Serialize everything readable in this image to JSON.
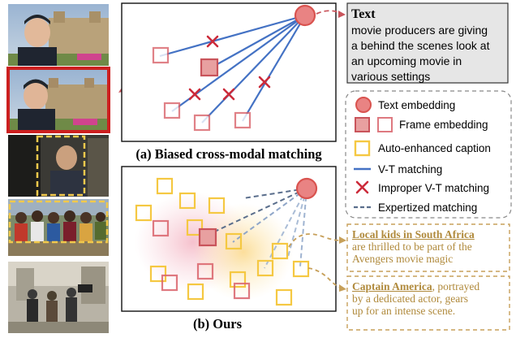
{
  "panel_a": {
    "title": "(a) Biased cross-modal matching"
  },
  "panel_b": {
    "title": "(b) Ours"
  },
  "text_box": {
    "heading": "Text",
    "body_lines": [
      "movie producers are giving",
      "a behind the scenes look at",
      "an upcoming movie in",
      "various settings"
    ]
  },
  "legend": {
    "items": [
      {
        "label": "Text embedding",
        "icon": "circle-icon"
      },
      {
        "label": "Frame embedding",
        "icon": "square-icon"
      },
      {
        "label": "Auto-enhanced caption",
        "icon": "yellow-square-icon"
      },
      {
        "label": "V-T matching",
        "icon": "solid-line-icon"
      },
      {
        "label": "Improper V-T matching",
        "icon": "cross-icon"
      },
      {
        "label": "Expertized matching",
        "icon": "dashed-line-icon"
      }
    ]
  },
  "captions": [
    {
      "highlight": "Local kids in South Africa",
      "rest_lines": [
        "are thrilled to be part of the",
        "Avengers movie magic"
      ]
    },
    {
      "highlight": "Captain America",
      "first_rest": ", portrayed",
      "rest_lines": [
        "by a dedicated actor, gears",
        "up for an intense scene."
      ]
    }
  ],
  "colors": {
    "red": "#d9534f",
    "pink_fill": "#e8a0a0",
    "frame_stroke": "#c9545b",
    "blue": "#4472c4",
    "gold": "#c7a05a",
    "yellow": "#f5c842",
    "text_box_bg": "#e6e6e6"
  }
}
